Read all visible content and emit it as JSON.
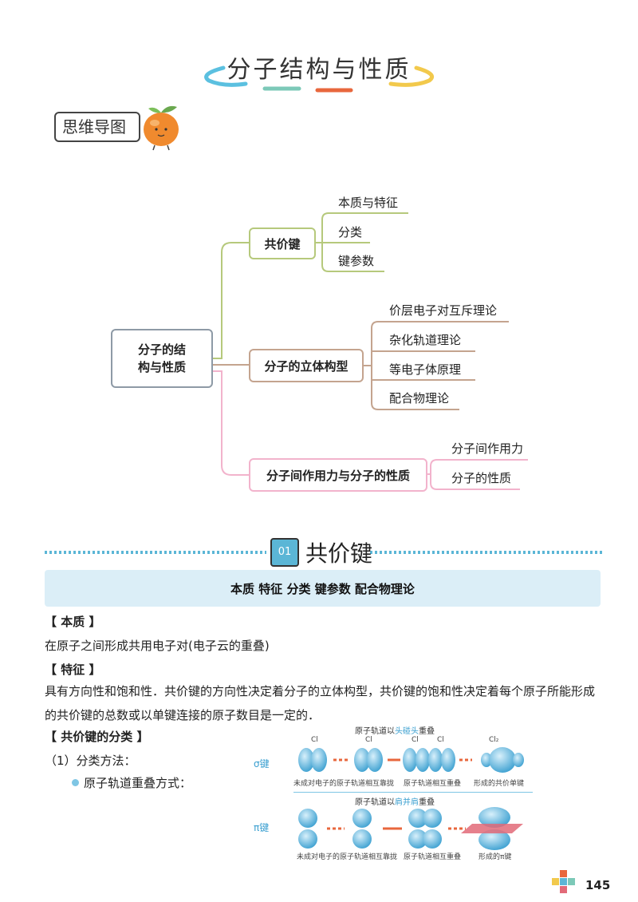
{
  "title": "分子结构与性质",
  "mindmap_label": "思维导图",
  "mindmap": {
    "root": "分子的结\n构与性质",
    "branches": [
      {
        "label": "共价键",
        "leaves": [
          "本质与特征",
          "分类",
          "键参数"
        ]
      },
      {
        "label": "分子的立体构型",
        "leaves": [
          "价层电子对互斥理论",
          "杂化轨道理论",
          "等电子体原理",
          "配合物理论"
        ]
      },
      {
        "label": "分子间作用力与分子的性质",
        "leaves": [
          "分子间作用力",
          "分子的性质"
        ]
      }
    ]
  },
  "section": {
    "number": "01",
    "title": "共价键",
    "keywords": "本质  特征  分类  键参数  配合物理论"
  },
  "content": {
    "h_essence": "【 本质 】",
    "essence": "在原子之间形成共用电子对(电子云的重叠)",
    "h_feature": "【 特征 】",
    "feature": "具有方向性和饱和性．共价键的方向性决定着分子的立体构型，共价键的饱和性决定着每个原子所能形成的共价键的总数或以单键连接的原子数目是一定的．",
    "h_class": "【 共价键的分类 】",
    "class_method": "（1）分类方法：",
    "bullet_overlap": "原子轨道重叠方式："
  },
  "diagram": {
    "sigma_label": "σ键",
    "pi_label": "π键",
    "sigma_caption_pre": "原子轨道以",
    "sigma_caption_hl": "头碰头",
    "sigma_caption_post": "重叠",
    "pi_caption_pre": "原子轨道以",
    "pi_caption_hl": "肩并肩",
    "pi_caption_post": "重叠",
    "atom_cl": "Cl",
    "atom_cl2": "Cl₂",
    "step1": "未成对电子的原子轨道相互靠拢",
    "step2": "原子轨道相互重叠",
    "step3_sigma": "形成的共价单键",
    "step3_pi": "形成的π键"
  },
  "page_number": "145",
  "colors": {
    "green": "#b6c97c",
    "brown": "#c4a48f",
    "pink": "#f2b3cc",
    "root_border": "#8e9aa6",
    "accent_blue": "#5bb6d6",
    "keyword_bg": "#dbeef7"
  }
}
